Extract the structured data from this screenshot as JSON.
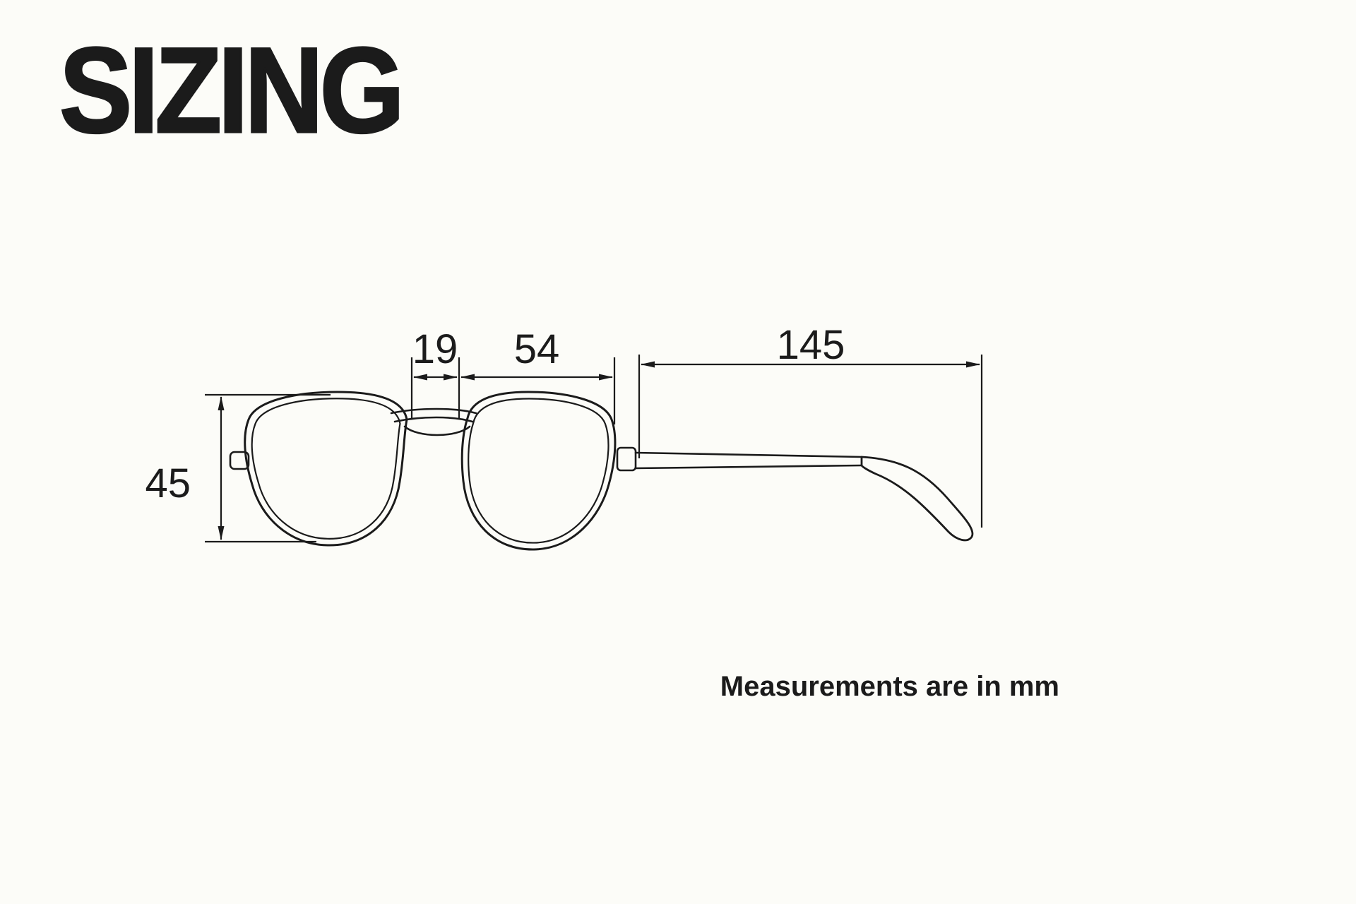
{
  "page": {
    "title": "SIZING",
    "note": "Measurements are in mm"
  },
  "diagram": {
    "type": "sunglasses-sizing-diagram",
    "style": "aviator",
    "unit": "mm",
    "dimensions": {
      "lens_height": "45",
      "bridge_width": "19",
      "lens_width": "54",
      "temple_length": "145"
    }
  },
  "colors": {
    "background": "#fcfcf8",
    "ink": "#1b1b1b"
  }
}
